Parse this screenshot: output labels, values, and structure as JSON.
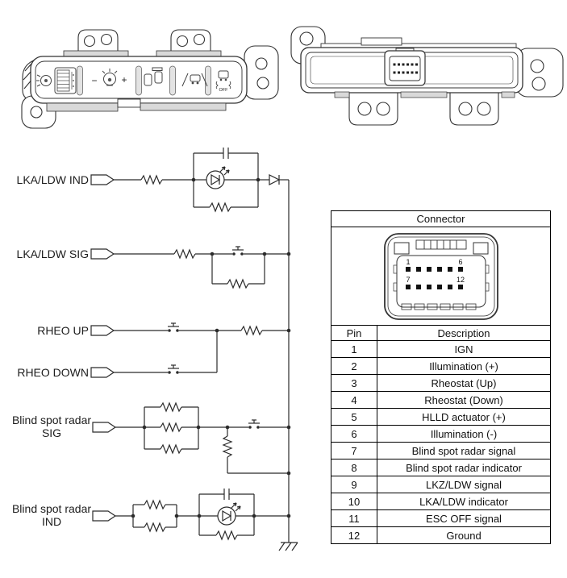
{
  "diagram": {
    "front_view": {
      "dimmer_minus": "−",
      "dimmer_plus": "+",
      "esc_off_label": "OFF"
    },
    "schematic": {
      "signals": {
        "lka_ldw_ind": "LKA/LDW IND",
        "lka_ldw_sig": "LKA/LDW SIG",
        "rheo_up": "RHEO UP",
        "rheo_down": "RHEO DOWN",
        "bsr_sig_line1": "Blind spot radar",
        "bsr_sig_line2": "SIG",
        "bsr_ind_line1": "Blind spot radar",
        "bsr_ind_line2": "IND"
      }
    },
    "connector_panel": {
      "title": "Connector",
      "pin_grid": {
        "top_first": "1",
        "top_last": "6",
        "bottom_first": "7",
        "bottom_last": "12"
      },
      "table": {
        "headers": {
          "pin": "Pin",
          "description": "Description"
        },
        "rows": [
          {
            "pin": "1",
            "description": "IGN"
          },
          {
            "pin": "2",
            "description": "Illumination (+)"
          },
          {
            "pin": "3",
            "description": "Rheostat (Up)"
          },
          {
            "pin": "4",
            "description": "Rheostat (Down)"
          },
          {
            "pin": "5",
            "description": "HLLD actuator (+)"
          },
          {
            "pin": "6",
            "description": "Illumination (-)"
          },
          {
            "pin": "7",
            "description": "Blind spot radar signal"
          },
          {
            "pin": "8",
            "description": "Blind spot radar indicator"
          },
          {
            "pin": "9",
            "description": "LKZ/LDW signal"
          },
          {
            "pin": "10",
            "description": "LKA/LDW indicator"
          },
          {
            "pin": "11",
            "description": "ESC OFF signal"
          },
          {
            "pin": "12",
            "description": "Ground"
          }
        ]
      }
    },
    "colors": {
      "line": "#2b2b2b",
      "fill_light": "#d9d9d9",
      "background": "#ffffff"
    }
  }
}
